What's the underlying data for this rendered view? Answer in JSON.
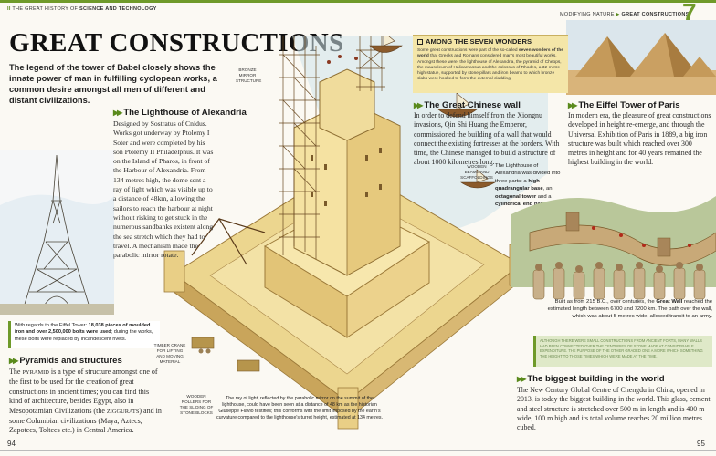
{
  "header": {
    "left_marker": "II",
    "left_text_1": "THE GREAT HISTORY OF ",
    "left_text_bold": "SCIENCE AND TECHNOLOGY",
    "right_text_1": "MODIFYING NATURE",
    "right_sep": "▶",
    "right_text_bold": "GREAT CONSTRUCTIONS",
    "chapter_number": "7"
  },
  "title": "GREAT CONSTRUCTIONS",
  "intro": "The legend of the tower of Babel closely shows the innate power of man in fulfilling cyclopean works, a common desire amongst all men of different and distant civilizations.",
  "lighthouse": {
    "heading": "The Lighthouse of Alexandria",
    "text": "Designed by Sostratus of Cnidus. Works got underway by Ptolemy I Soter and were completed by his son Ptolemy II Philadelphus. It was on the Island of Pharos, in front of the Harbour of Alexandria. From 134 metres high, the dome sent a ray of light which was visible up to a distance of 48km, allowing the sailors to reach the harbour at night without risking to get stuck in the numerous sandbanks existent along the sea stretch which they had to travel. A mechanism made the parabolic mirror rotate."
  },
  "eiffel_box": {
    "part1": "With regards to the Eiffel Tower: ",
    "bold": "18,038 pieces of moulded iron and over 2,500,000 bolts were used",
    "part2": "; during the works, these bolts were replaced by incandescent rivets."
  },
  "pyramids": {
    "heading": "Pyramids and structures",
    "p1": "The ",
    "sc1": "PYRAMID",
    "p2": " is a type of structure amongst one of the first to be used for the creation of great constructions in ancient times; you can find this kind of architecture, besides Egypt, also in Mesopotamian Civilizations (the ",
    "sc2": "ZIGGURATS",
    "p3": ") and in some Columbian civilizations (Maya, Aztecs, Zapotecs, Toltecs etc.) in Central America."
  },
  "wonders": {
    "heading": "AMONG THE SEVEN WONDERS",
    "t1": "Some great constructions were part of the so-called ",
    "bold": "seven wonders of the world",
    "t2": " that Greeks and Romans considered man's most beautiful works. Amongst these were: the lighthouse of Alexandria, the pyramid of Cheops, the mausoleum of Halicarnassus and the colossus of Rhodes, a 32-metre high statue, supported by stone pillars and iron beams to which bronze slabs were hooked to form the external cladding."
  },
  "chinese_wall": {
    "heading": "The Great Chinese wall",
    "text": "In order to defend himself from the Xiongnu invasions, Qin Shi Huang the Emperor, commissioned the building of a wall that would connect the existing fortresses at the borders. With time, the Chinese managed to build a structure of about 1000 kilometres long."
  },
  "eiffel": {
    "heading": "The Eiffel Tower of Paris",
    "text": "In modern era, the pleasure of great constructions developed in height re-emerge, and through the Universal Exhibition of Paris in 1889, a big iron structure was built which reached over 300 metres in height and for 40 years remained the highest building in the world."
  },
  "lighthouse_parts": {
    "t1": "The Lighthouse of Alexandria was divided into three parts: a ",
    "b1": "high quadrangular base",
    "t2": ", an ",
    "b2": "octagonal tower",
    "t3": " and a ",
    "b3": "cylindrical end part"
  },
  "wall_caption": {
    "t1": "Built as from 215 B.C., over centuries, the ",
    "bold": "Great Wall",
    "t2": " reached the estimated length between 6700 and 7200 km. The path over the wall, which was about 5 metres wide, allowed transit to an army."
  },
  "ray_caption": "The ray of light, reflected by the parabolic mirror on the summit of the lighthouse, could have been seen at a distance of 48 km as the historian Giuseppe Flavio testifies; this conforms with the limit imposed by the earth's curvature compared to the lighthouse's turret height, estimated at 134 metres.",
  "labels": {
    "bronze_mirror": "BRONZE MIRROR STRUCTURE",
    "wooden_beams": "WOODEN BEAMS AND SCAFFOLDINGS",
    "crane": "TIMBER CRANE FOR LIFTING AND MOVING MATERIAL",
    "rollers": "WOODEN ROLLERS FOR THE SLIDING OF STONE BLOCKS"
  },
  "green_note": "ALTHOUGH THERE WERE SMALL CONSTRUCTIONS FROM ANCIENT FORTS, MANY WALLS HAD BEEN CONNECTED OVER THE CENTURIES OF STONE MADE AT CONSIDERABLE EXPENDITURE. THE PURPOSE OF THE OTHER GRADED ONE A MORE WHICH SOMETHING THE HEIGHT TO THOSE TIMES WHICH WERE MADE AT THE TIME.",
  "biggest": {
    "heading": "The biggest building in the world",
    "text": "The New Century Global Centre of Chengdu in China, opened in 2013, is today the biggest building in the world. This glass, cement and steel structure is stretched over 500 m in length and is 400 m wide, 100 m high and its total volume reaches 20 million metres cubed."
  },
  "pages": {
    "left": "94",
    "right": "95"
  },
  "colors": {
    "accent_green": "#6f9a2a",
    "box_yellow": "#f4e6a8",
    "note_green": "#dfe9c8"
  }
}
